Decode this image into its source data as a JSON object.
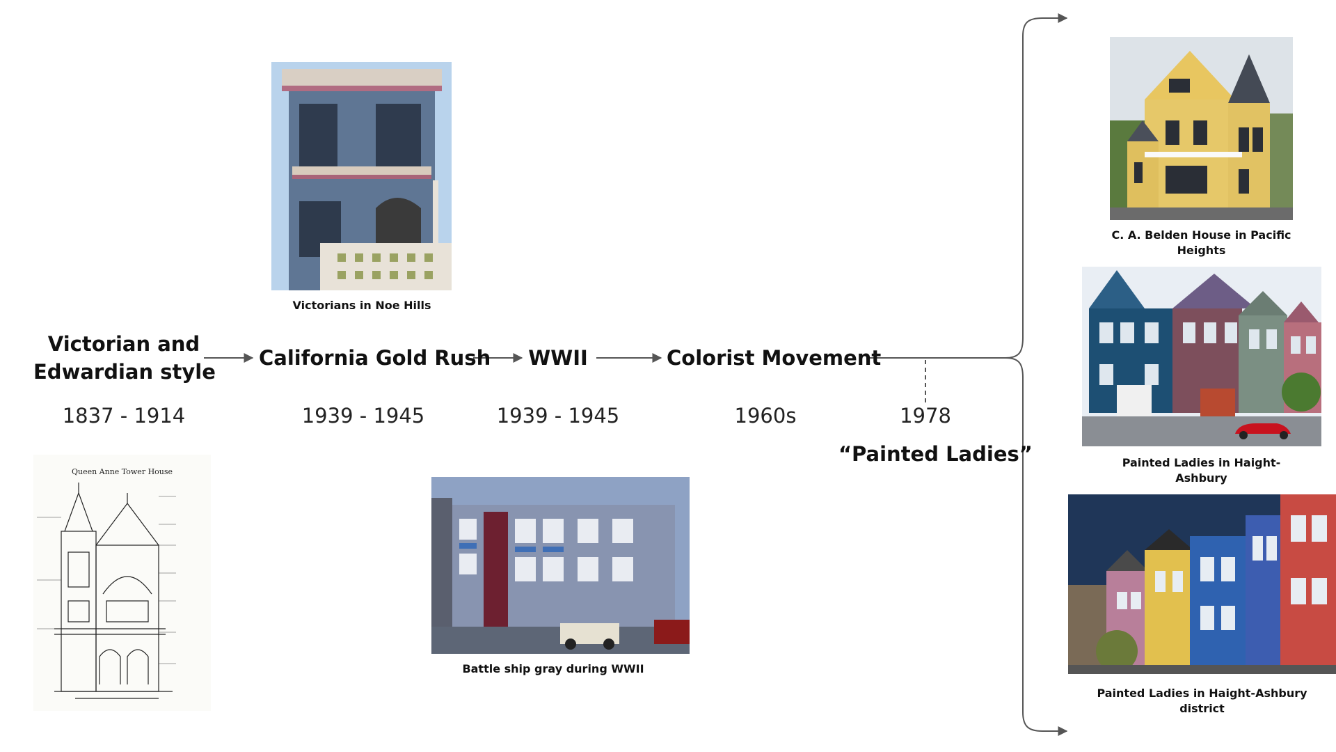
{
  "timeline": {
    "stages": [
      {
        "title": "Victorian and Edwardian style",
        "title_lines": [
          "Victorian and",
          "Edwardian style"
        ],
        "period": "1837 - 1914"
      },
      {
        "title": "California Gold Rush",
        "period": "1939 - 1945"
      },
      {
        "title": "WWII",
        "period": "1939 - 1945"
      },
      {
        "title": "Colorist Movement",
        "period": "1960s"
      },
      {
        "title": "“Painted Ladies”",
        "period": "1978"
      }
    ]
  },
  "photos": {
    "noe_hills": {
      "caption": "Victorians in Noe Hills"
    },
    "queen_anne": {
      "label": "Queen Anne Tower House"
    },
    "battleship": {
      "caption": "Battle ship gray during WWII"
    },
    "belden": {
      "caption_lines": [
        "C. A. Belden House in Pacific",
        "Heights"
      ]
    },
    "haight1": {
      "caption_lines": [
        "Painted Ladies in Haight-",
        "Ashbury"
      ]
    },
    "haight2": {
      "caption_lines": [
        "Painted Ladies in Haight-Ashbury",
        "district"
      ]
    }
  },
  "colors": {
    "line": "#555555",
    "text": "#111111"
  }
}
